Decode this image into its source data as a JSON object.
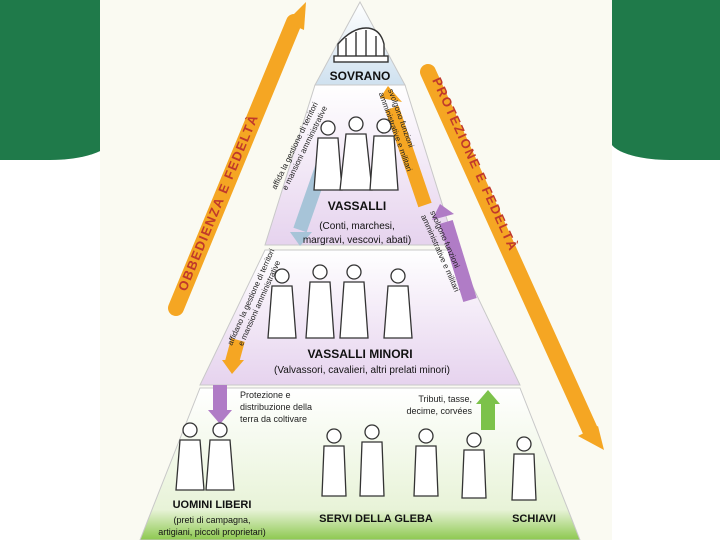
{
  "diagram": {
    "top": "SOVRANO",
    "vassalli": {
      "title": "VASSALLI",
      "sub1": "(Conti, marchesi,",
      "sub2": "margravi, vescovi, abati)"
    },
    "vassalli_minori": {
      "title": "VASSALLI MINORI",
      "sub": "(Valvassori, cavalieri, altri prelati minori)"
    },
    "uomini_liberi": {
      "title": "UOMINI LIBERI",
      "sub1": "(preti di campagna,",
      "sub2": "artigiani, piccoli proprietari)"
    },
    "servi": "SERVI DELLA GLEBA",
    "schiavi": "SCHIAVI",
    "left_arrow": "OBBEDIENZA E FEDELTÀ",
    "right_arrow": "PROTEZIONE E FEDELTÀ",
    "note_affida_1": [
      "affida la gestione di territori",
      "e mansioni amministrative"
    ],
    "note_svolgono_1": [
      "svolgono funzioni",
      "amministrative e militari"
    ],
    "note_affida_2": [
      "affidano la gestione di territori",
      "e mansioni amministrative"
    ],
    "note_svolgono_2": [
      "svolgono funzioni",
      "amministrative e militari"
    ],
    "protezione": [
      "Protezione e",
      "distribuzione della",
      "terra da coltivare"
    ],
    "tributi": [
      "Tributi, tasse,",
      "decime, corvées"
    ]
  },
  "colors": {
    "banner": "#1f7a4a",
    "orange": "#f5a623",
    "purple": "#b07cc6",
    "green": "#7cc24a"
  }
}
